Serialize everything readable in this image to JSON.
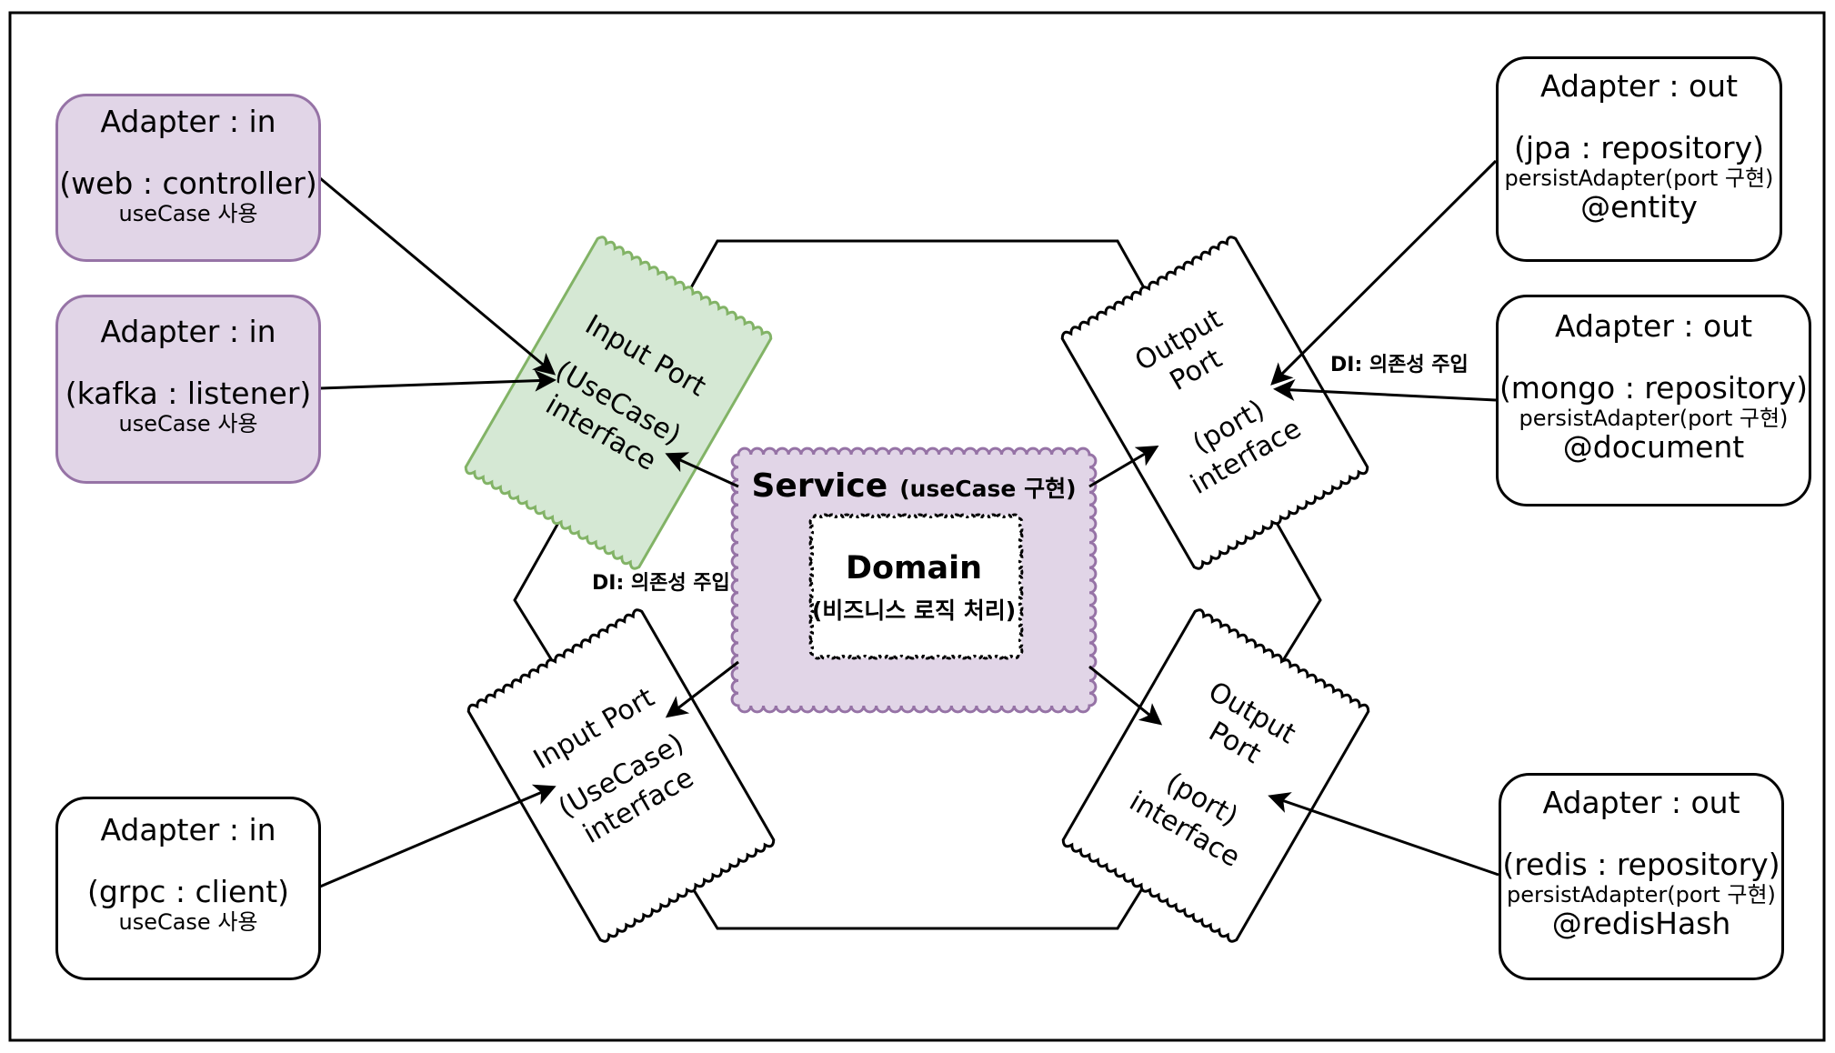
{
  "adapters_in": [
    {
      "title": "Adapter : in",
      "tech": "(web : controller)",
      "note": "useCase 사용"
    },
    {
      "title": "Adapter : in",
      "tech": "(kafka : listener)",
      "note": "useCase 사용"
    },
    {
      "title": "Adapter : in",
      "tech": "(grpc : client)",
      "note": "useCase 사용"
    }
  ],
  "adapters_out": [
    {
      "title": "Adapter : out",
      "tech": "(jpa : repository)",
      "impl": "persistAdapter(port 구현)",
      "annotation": "@entity"
    },
    {
      "title": "Adapter : out",
      "tech": "(mongo : repository)",
      "impl": "persistAdapter(port 구현)",
      "annotation": "@document"
    },
    {
      "title": "Adapter : out",
      "tech": "(redis : repository)",
      "impl": "persistAdapter(port 구현)",
      "annotation": "@redisHash"
    }
  ],
  "input_ports": [
    {
      "line1": "Input Port",
      "line2": "(UseCase)",
      "line3": "interface"
    },
    {
      "line1": "Input Port",
      "line2": "(UseCase)",
      "line3": "interface"
    }
  ],
  "output_ports": [
    {
      "line1": "Output",
      "line2": "Port",
      "line3": "(port)",
      "line4": "interface"
    },
    {
      "line1": "Output",
      "line2": "Port",
      "line3": "(port)",
      "line4": "interface"
    }
  ],
  "service": {
    "title": "Service",
    "subtitle": "(useCase 구현)"
  },
  "domain": {
    "title": "Domain",
    "subtitle": "(비즈니스 로직 처리)"
  },
  "di_labels": [
    "DI: 의존성 주입",
    "DI: 의존성 주입"
  ],
  "colors": {
    "adapter_in_fill": "#e1d5e7",
    "adapter_in_stroke": "#9673a6",
    "input_port_fill": "#d5e8d4",
    "input_port_stroke": "#82b366",
    "service_fill": "#e1d5e7",
    "service_stroke": "#9673a6"
  }
}
